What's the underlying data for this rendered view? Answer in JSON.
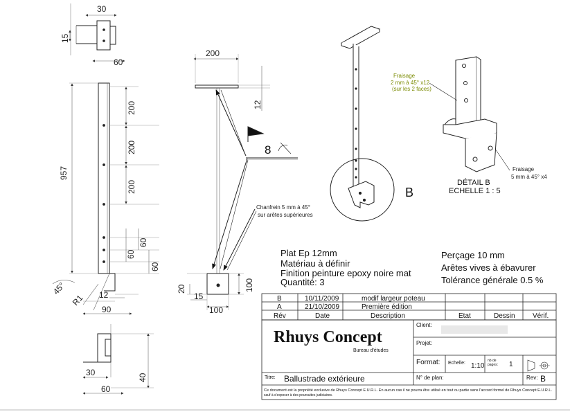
{
  "dims": {
    "top_w": "30",
    "top_h": "15",
    "top_base": "60",
    "height": "957",
    "sp1": "200",
    "sp2": "200",
    "sp3": "200",
    "sp4": "60",
    "sp5": "60",
    "sp6": "60",
    "angle": "45°",
    "radius": "R1",
    "b12": "12",
    "b90": "90",
    "bot_w": "30",
    "bot_h": "40",
    "bot_base": "60",
    "plate_w": "200",
    "plate_t": "12",
    "weld": "8",
    "base_h": "20",
    "base_15": "15",
    "base_w": "100",
    "base_h2": "100"
  },
  "notes": {
    "chamfer_1": "Chanfrein 5 mm à 45°",
    "chamfer_2": "sur arêtes supérieures",
    "fraisage_title": "Fraisage",
    "fraisage_1": "2 mm à 45° x12",
    "fraisage_2": "(sur les 2 faces)",
    "fraisage2_title": "Fraisage",
    "fraisage2_1": "5 mm à 45° x4",
    "detail_ref": "B",
    "detail_title": "DÉTAIL B",
    "detail_scale": "ECHELLE 1 : 5"
  },
  "specs": {
    "left": [
      "Plat Ep 12mm",
      "Matériau à définir",
      "Finition peinture epoxy noire mat",
      "Quantité: 3"
    ],
    "right": [
      "Perçage 10 mm",
      "Arêtes vives à ébavurer",
      "Tolérance générale 0.5 %"
    ]
  },
  "revisions": {
    "rows": [
      {
        "rev": "B",
        "date": "10/11/2009",
        "desc": "modif largeur poteau"
      },
      {
        "rev": "A",
        "date": "21/10/2009",
        "desc": "Première édition"
      }
    ],
    "headers": [
      "Rév",
      "Date",
      "Description",
      "Etat",
      "Dessin",
      "Vérif."
    ]
  },
  "titleblock": {
    "company": "Rhuys Concept",
    "company_sub": "Bureau d'études",
    "client_label": "Client:",
    "projet_label": "Projet:",
    "format_label": "Format:",
    "echelle_label": "Echelle:",
    "echelle_value": "1:10",
    "pages_label_1": "nb de",
    "pages_label_2": "pages:",
    "pages_value": "1",
    "titre_label": "Titre:",
    "titre_value": "Ballustrade extérieure",
    "plan_label": "N° de plan:",
    "rev_label": "Rev:",
    "rev_value": "B",
    "legal_1": "Ce document est la propriété exclusive de Rhuys Concept E.U.R.L. En aucun cas il ne pourra être utilisé en tout ou partie sans l'accord formel de Rhuys Concept E.U.R.L.",
    "legal_2": "sauf à s'exposer à des poursuites judiciaires."
  }
}
